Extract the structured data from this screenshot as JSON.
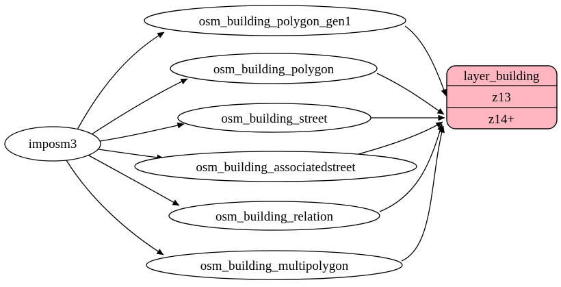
{
  "diagram": {
    "background_color": "#ffffff",
    "edge_color": "#000000",
    "source_node": {
      "label": "imposm3"
    },
    "table_nodes": [
      {
        "label": "osm_building_polygon_gen1"
      },
      {
        "label": "osm_building_polygon"
      },
      {
        "label": "osm_building_street"
      },
      {
        "label": "osm_building_associatedstreet"
      },
      {
        "label": "osm_building_relation"
      },
      {
        "label": "osm_building_multipolygon"
      }
    ],
    "layer_node": {
      "title": "layer_building",
      "rows": [
        {
          "label": "z13"
        },
        {
          "label": "z14+"
        }
      ],
      "fill": "#ffb6c1",
      "stroke": "#000000"
    },
    "edges": [
      {
        "from": "imposm3",
        "to": "osm_building_polygon_gen1"
      },
      {
        "from": "imposm3",
        "to": "osm_building_polygon"
      },
      {
        "from": "imposm3",
        "to": "osm_building_street"
      },
      {
        "from": "imposm3",
        "to": "osm_building_associatedstreet"
      },
      {
        "from": "imposm3",
        "to": "osm_building_relation"
      },
      {
        "from": "imposm3",
        "to": "osm_building_multipolygon"
      },
      {
        "from": "osm_building_polygon_gen1",
        "to": "layer_building:z13"
      },
      {
        "from": "osm_building_polygon",
        "to": "layer_building:z14+"
      },
      {
        "from": "osm_building_street",
        "to": "layer_building:z14+"
      },
      {
        "from": "osm_building_associatedstreet",
        "to": "layer_building:z14+"
      },
      {
        "from": "osm_building_relation",
        "to": "layer_building:z14+"
      },
      {
        "from": "osm_building_multipolygon",
        "to": "layer_building:z14+"
      }
    ]
  }
}
